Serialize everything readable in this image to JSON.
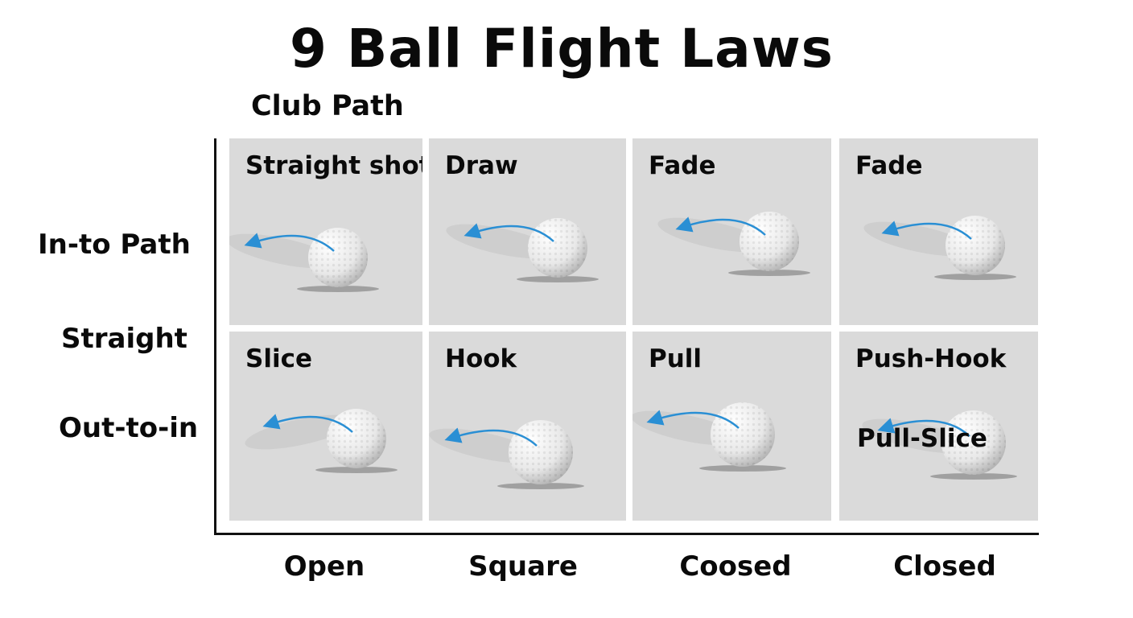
{
  "title": "9 Ball Flight Laws",
  "y_axis_title": "Club Path",
  "row_labels": [
    "In-to Path",
    "Straight",
    "Out-to-in"
  ],
  "column_labels": [
    "Open",
    "Square",
    "Coosed",
    "Closed"
  ],
  "cells": [
    {
      "label": "Straight shot"
    },
    {
      "label": "Draw"
    },
    {
      "label": "Fade"
    },
    {
      "label": "Fade"
    },
    {
      "label": "Slice"
    },
    {
      "label": "Hook"
    },
    {
      "label": "Pull"
    },
    {
      "label": "Push-Hook",
      "label2": "Pull-Slice"
    }
  ],
  "colors": {
    "arrow": "#2a8fd4",
    "cell_bg": "#dadada"
  }
}
